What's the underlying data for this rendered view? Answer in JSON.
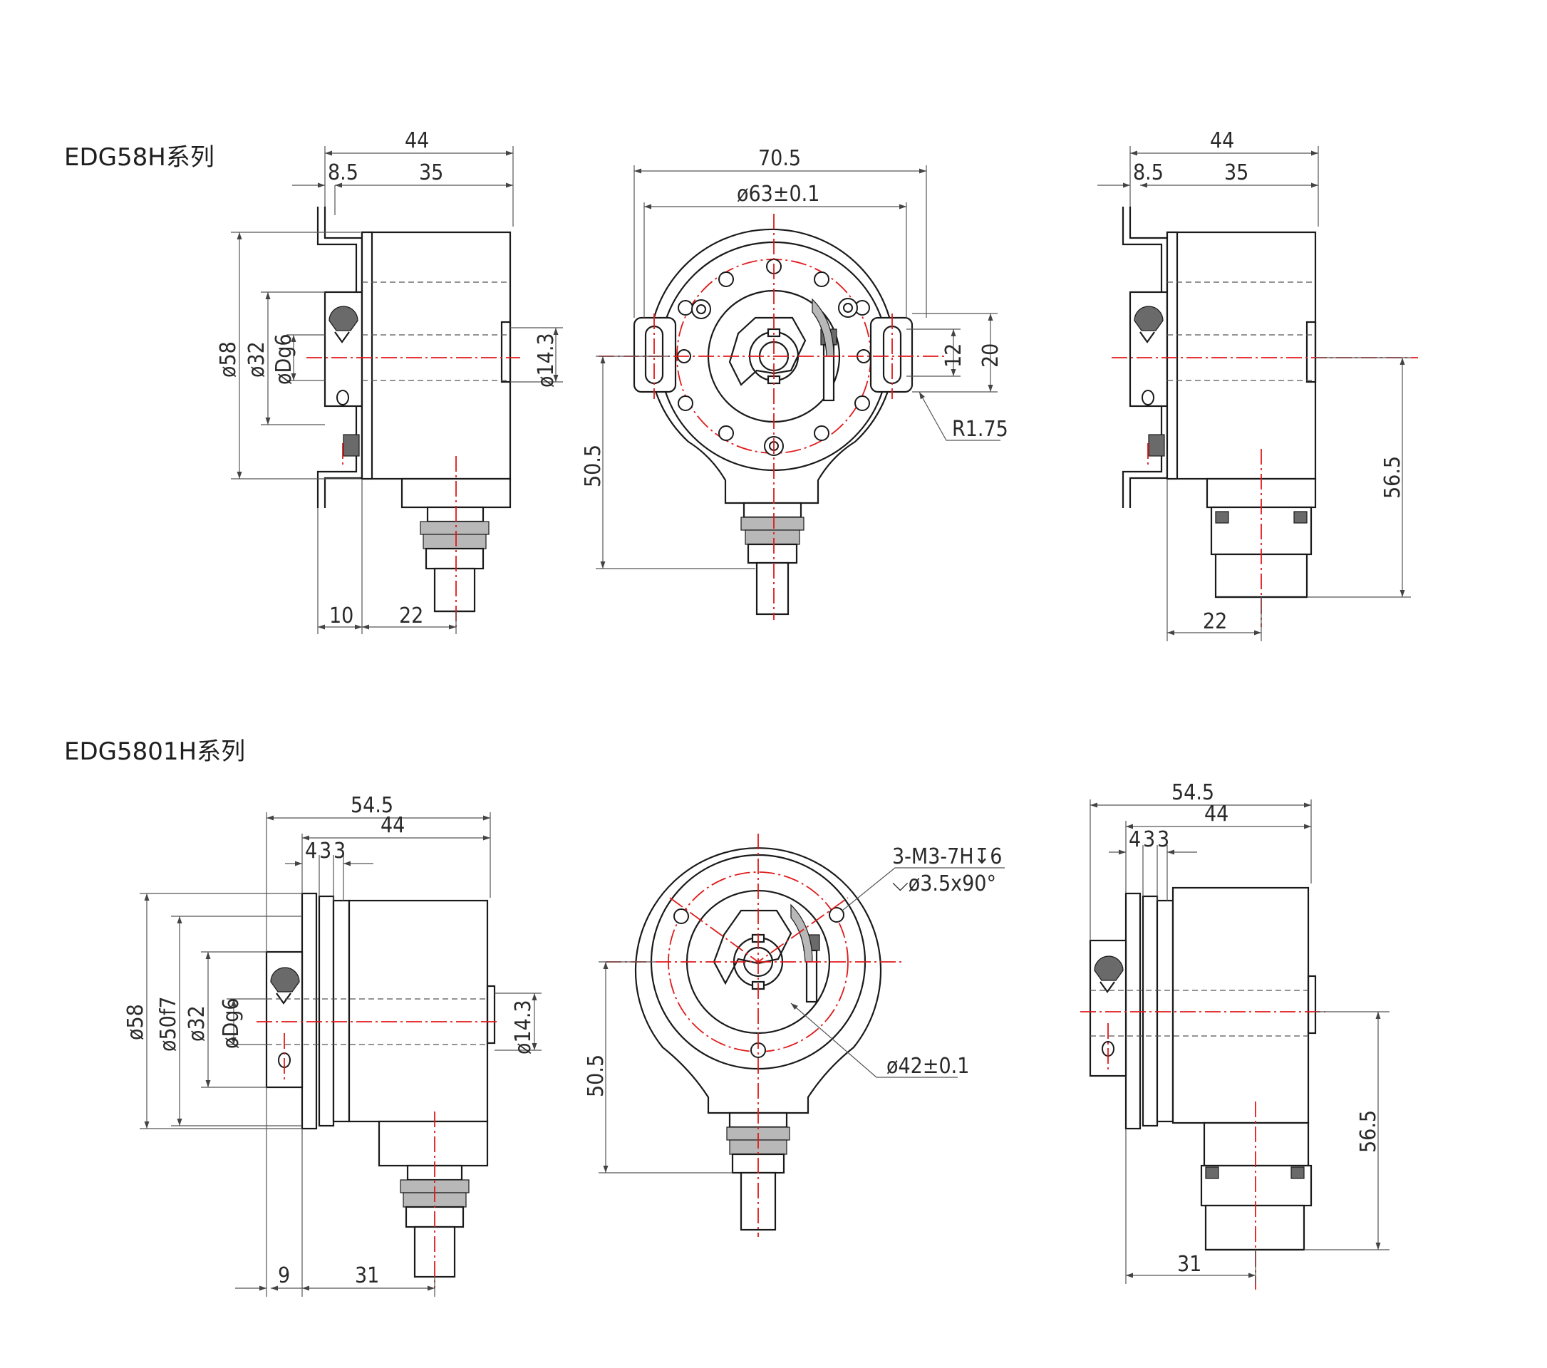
{
  "series": [
    {
      "title": "EDG58H系列",
      "side_view": {
        "total_length": "44",
        "flange_offset": "8.5",
        "body_length": "35",
        "body_diameter": "ø58",
        "bore_circle": "ø32",
        "shaft": "øDg6",
        "bore": "ø14.3",
        "stator_offset": "10",
        "cable_offset": "22"
      },
      "front_view": {
        "width": "70.5",
        "bolt_circle": "ø63±0.1",
        "slot_width": "12",
        "slot_height": "20",
        "slot_radius": "R1.75",
        "center_height": "50.5"
      },
      "connector_view": {
        "total_length": "44",
        "flange_offset": "8.5",
        "body_length": "35",
        "connector_height": "56.5",
        "connector_offset": "22"
      }
    },
    {
      "title": "EDG5801H系列",
      "side_view": {
        "total_length": "54.5",
        "body_length": "44",
        "flange_a": "4",
        "flange_b": "3",
        "flange_c": "3",
        "body_diameter": "ø58",
        "spigot": "ø50f7",
        "bore_circle": "ø32",
        "shaft": "øDg6",
        "bore": "ø14.3",
        "stator_offset": "9",
        "cable_offset": "31"
      },
      "front_view": {
        "thread_spec": "3-M3-7H↧6",
        "countersink": "⌵ø3.5x90°",
        "bolt_circle": "ø42±0.1",
        "center_height": "50.5"
      },
      "connector_view": {
        "total_length": "54.5",
        "body_length": "44",
        "flange_a": "4",
        "flange_b": "3",
        "flange_c": "3",
        "connector_height": "56.5",
        "connector_offset": "31"
      }
    }
  ]
}
